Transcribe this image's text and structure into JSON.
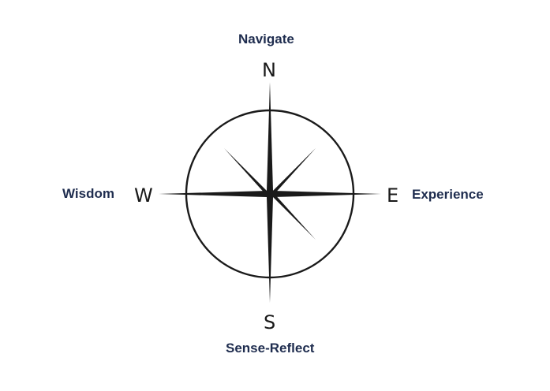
{
  "colors": {
    "label": "#1f2d4f",
    "compass": "#1a1a1a",
    "background": "#ffffff"
  },
  "compass": {
    "letters": {
      "north": "N",
      "south": "S",
      "east": "E",
      "west": "W"
    },
    "labels": {
      "north": "Navigate",
      "south": "Sense-Reflect",
      "east": "Experience",
      "west": "Wisdom"
    }
  }
}
